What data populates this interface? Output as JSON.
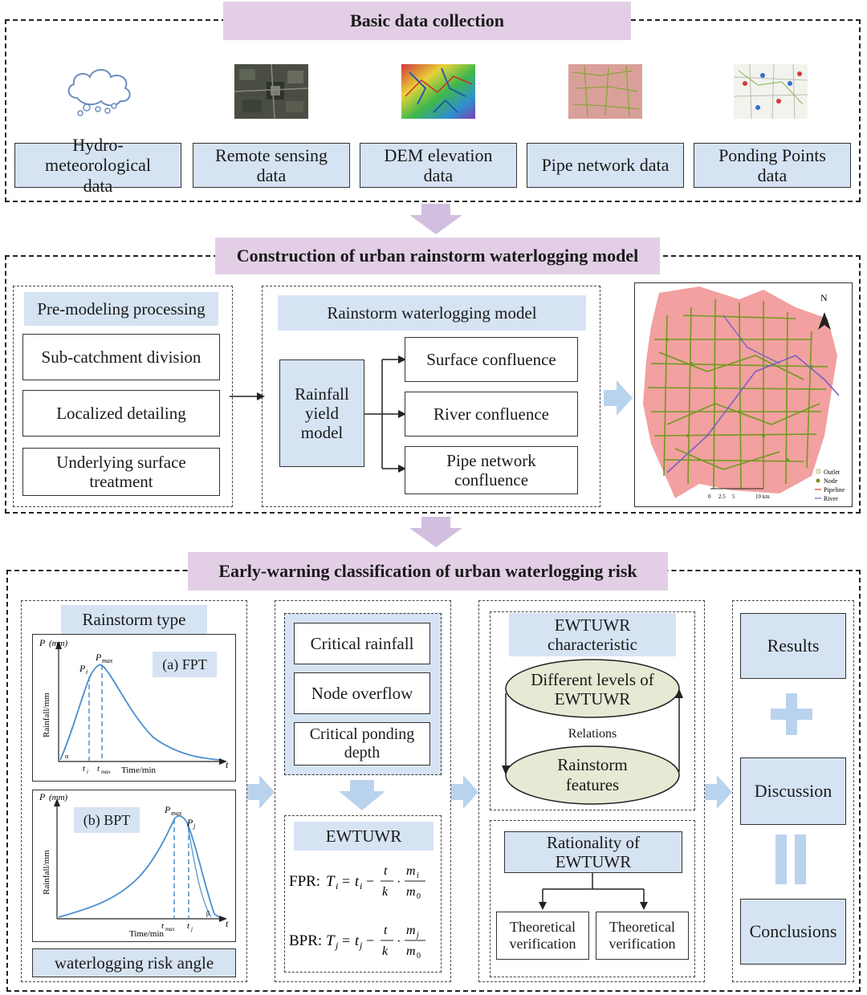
{
  "section1": {
    "title": "Basic data collection",
    "items": [
      {
        "label": "Hydro-meteorological data"
      },
      {
        "label": "Remote sensing data"
      },
      {
        "label": "DEM elevation data"
      },
      {
        "label": "Pipe network data"
      },
      {
        "label": "Ponding Points data"
      }
    ]
  },
  "section2": {
    "title": "Construction of urban rainstorm waterlogging model",
    "pre": {
      "title": "Pre-modeling processing",
      "steps": [
        "Sub-catchment division",
        "Localized detailing",
        "Underlying surface treatment"
      ]
    },
    "model": {
      "title": "Rainstorm waterlogging model",
      "source": "Rainfall yield model",
      "outputs": [
        "Surface confluence",
        "River confluence",
        "Pipe network confluence"
      ]
    },
    "map": {
      "north": "N",
      "legend": [
        "Outlet",
        "Node",
        "Pipeline",
        "River"
      ],
      "scale_ticks": [
        "0",
        "2.5",
        "5",
        "10 km"
      ]
    }
  },
  "section3": {
    "title": "Early-warning classification of urban waterlogging risk",
    "rainstorm": {
      "title": "Rainstorm type",
      "chart_a": {
        "label": "(a) FPT",
        "p_axis": "P",
        "p_unit": "(mm)",
        "ylabel": "Rainfall/mm",
        "xlabel": "Time/min",
        "peak": "P",
        "peak_sub": "max",
        "pi": "P",
        "pi_sub": "i",
        "ti": "t",
        "ti_sub": "i",
        "tmax": "t",
        "tmax_sub": "max",
        "t": "t",
        "alpha": "α"
      },
      "chart_b": {
        "label": "(b) BPT",
        "p_axis": "P",
        "p_unit": "(mm)",
        "ylabel": "Rainfall/mm",
        "xlabel": "Time/min",
        "peak": "P",
        "peak_sub": "max",
        "pj": "P",
        "pj_sub": "j",
        "tj": "t",
        "tj_sub": "j",
        "tmax": "t",
        "tmax_sub": "max",
        "t": "t",
        "beta": "β"
      },
      "footer": "waterlogging risk angle"
    },
    "critical": {
      "items": [
        "Critical rainfall",
        "Node overflow",
        "Critical ponding depth"
      ]
    },
    "ewtuwr": {
      "title": "EWTUWR",
      "fpr_label": "FPR:",
      "bpr_label": "BPR:",
      "fpr_T": "T",
      "fpr_i": "i",
      "fpr_t": "t",
      "fpr_k": "k",
      "fpr_m": "m",
      "fpr_m0": "0",
      "bpr_T": "T",
      "bpr_j": "j"
    },
    "characteristic": {
      "title": "EWTUWR characteristic",
      "top": "Different levels of EWTUWR",
      "relation": "Relations",
      "bottom": "Rainstorm features"
    },
    "rationality": {
      "title": "Rationality of EWTUWR",
      "left": "Theoretical verification",
      "right": "Theoretical verification"
    },
    "outcomes": {
      "results": "Results",
      "plus": "+",
      "discussion": "Discussion",
      "equals": "=",
      "conclusions": "Conclusions"
    }
  },
  "colors": {
    "title_purple": "#e2cfe6",
    "box_blue": "#d6e3f3",
    "arrow_blue": "#b9d3ee",
    "arrow_purple": "#d2bfe0",
    "cylinder": "#e4ead4",
    "map_pink": "#f2a0a0",
    "pipe_green": "#6f9a1c",
    "curve_blue": "#4b8fd0"
  }
}
